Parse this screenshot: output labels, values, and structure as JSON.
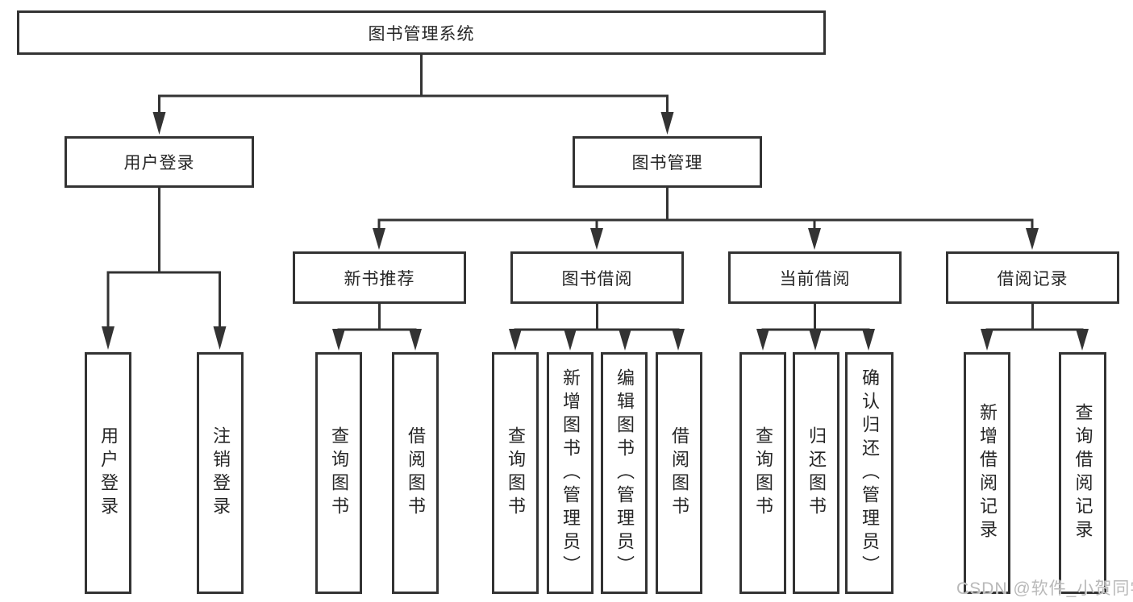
{
  "diagram": {
    "type": "hierarchy-tree",
    "root": {
      "label": "图书管理系统"
    },
    "level2": [
      {
        "label": "用户登录"
      },
      {
        "label": "图书管理"
      }
    ],
    "level3": [
      {
        "label": "新书推荐",
        "parent": "图书管理"
      },
      {
        "label": "图书借阅",
        "parent": "图书管理"
      },
      {
        "label": "当前借阅",
        "parent": "图书管理"
      },
      {
        "label": "借阅记录",
        "parent": "图书管理"
      }
    ],
    "leaves": [
      {
        "label": "用户登录",
        "parent": "用户登录"
      },
      {
        "label": "注销登录",
        "parent": "用户登录"
      },
      {
        "label": "查询图书",
        "parent": "新书推荐"
      },
      {
        "label": "借阅图书",
        "parent": "新书推荐"
      },
      {
        "label": "查询图书",
        "parent": "图书借阅"
      },
      {
        "label": "新增图书（管理员）",
        "parent": "图书借阅"
      },
      {
        "label": "编辑图书（管理员）",
        "parent": "图书借阅"
      },
      {
        "label": "借阅图书",
        "parent": "图书借阅"
      },
      {
        "label": "查询图书",
        "parent": "当前借阅"
      },
      {
        "label": "归还图书",
        "parent": "当前借阅"
      },
      {
        "label": "确认归还（管理员）",
        "parent": "当前借阅"
      },
      {
        "label": "新增借阅记录",
        "parent": "借阅记录"
      },
      {
        "label": "查询借阅记录",
        "parent": "借阅记录"
      }
    ]
  },
  "watermark": "CSDN @软件_小贺同学",
  "colors": {
    "line": "#333333",
    "box_background": "#ffffff",
    "text": "#262626",
    "watermark": "#b9b9b9"
  }
}
